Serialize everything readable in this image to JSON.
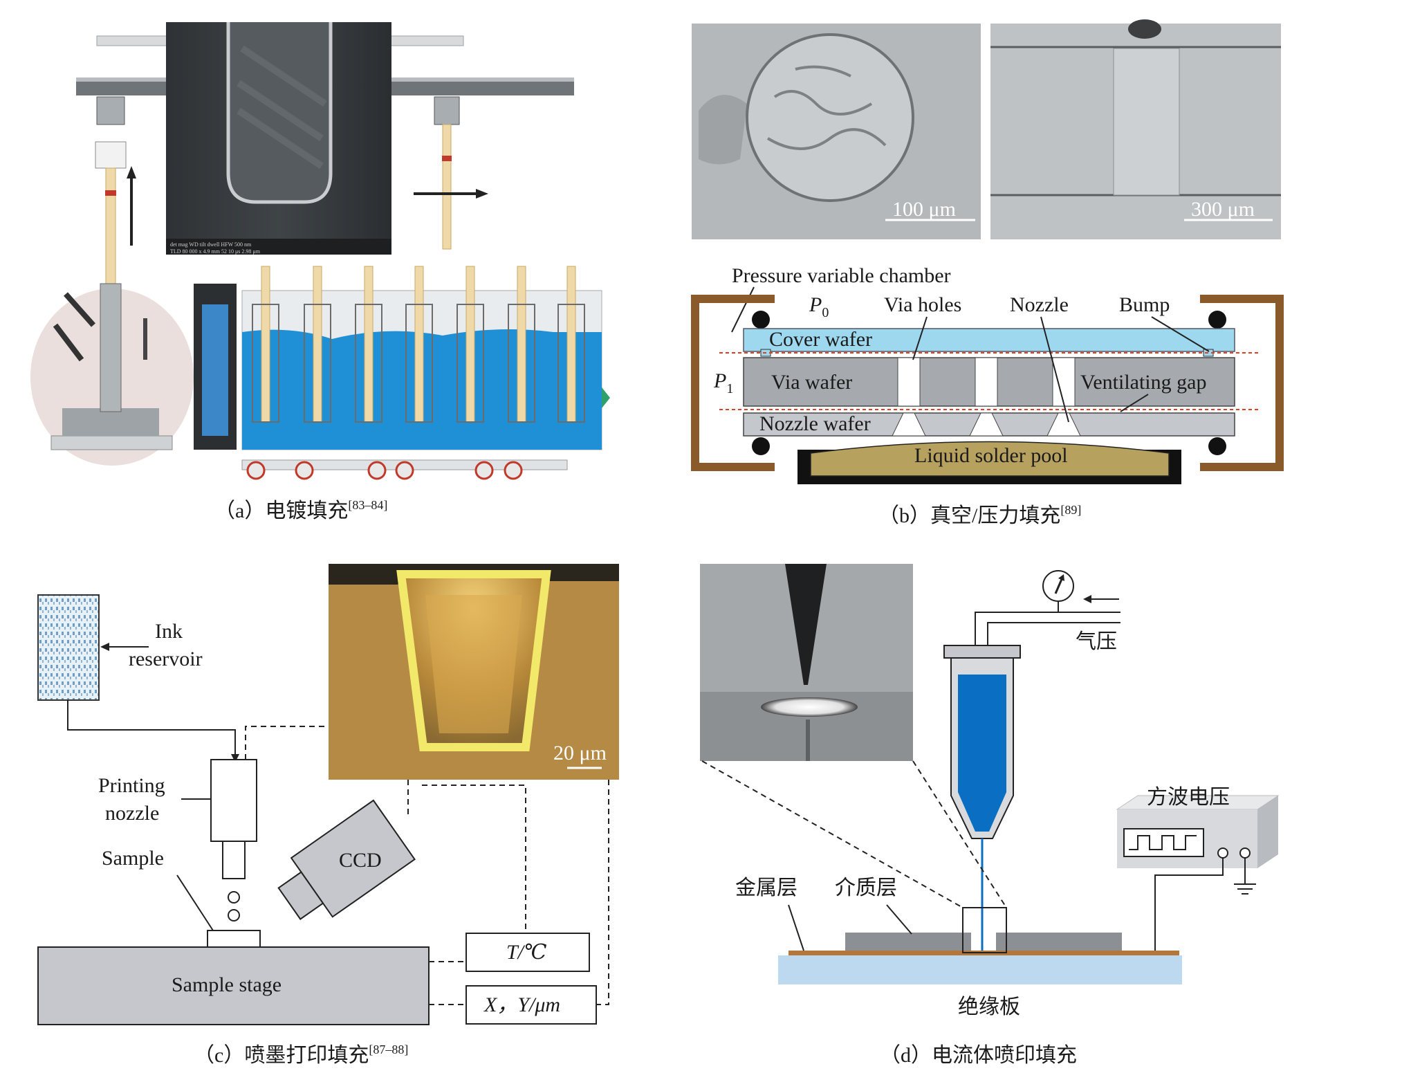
{
  "panels": {
    "a": {
      "caption": "（a）电镀填充",
      "ref": "[83–84]",
      "sem_info": "det   mag    WD    tilt   dwell   HFW           500 nm",
      "sem_info2": "TLD  80 000 x  4.9 mm  52   10 μs  2.98 μm"
    },
    "b": {
      "caption": "（b）真空/压力填充",
      "ref": "[89]",
      "scale_left": "100 μm",
      "scale_right": "300 μm",
      "labels": {
        "pressure_chamber": "Pressure variable chamber",
        "p0": "P",
        "p0_sub": "0",
        "p1": "P",
        "p1_sub": "1",
        "via_holes": "Via holes",
        "nozzle": "Nozzle",
        "bump": "Bump",
        "cover_wafer": "Cover wafer",
        "via_wafer": "Via wafer",
        "ventilating_gap": "Ventilating gap",
        "nozzle_wafer": "Nozzle wafer",
        "liquid_solder_pool": "Liquid solder pool"
      },
      "colors": {
        "frame": "#8b5a2b",
        "cover": "#9ed8ee",
        "wafer": "#a6a9ae",
        "solder": "#b7a15f",
        "dash": "#e04020"
      }
    },
    "c": {
      "caption": "（c）喷墨打印填充",
      "ref": "[87–88]",
      "labels": {
        "ink1": "Ink",
        "ink2": "reservoir",
        "print1": "Printing",
        "print2": "nozzle",
        "sample": "Sample",
        "ccd": "CCD",
        "sample_stage": "Sample stage",
        "temp": "T/℃",
        "xy": "X，Y/μm",
        "scale": "20 μm"
      }
    },
    "d": {
      "caption": "（d）电流体喷印填充",
      "labels": {
        "air_pressure": "气压",
        "square_wave": "方波电压",
        "metal_layer": "金属层",
        "dielectric": "介质层",
        "insulating_board": "绝缘板"
      },
      "colors": {
        "ink": "#0a6fc2",
        "board": "#bcd9ef",
        "metal": "#b5763a",
        "dielectric": "#8c8f94"
      }
    }
  }
}
